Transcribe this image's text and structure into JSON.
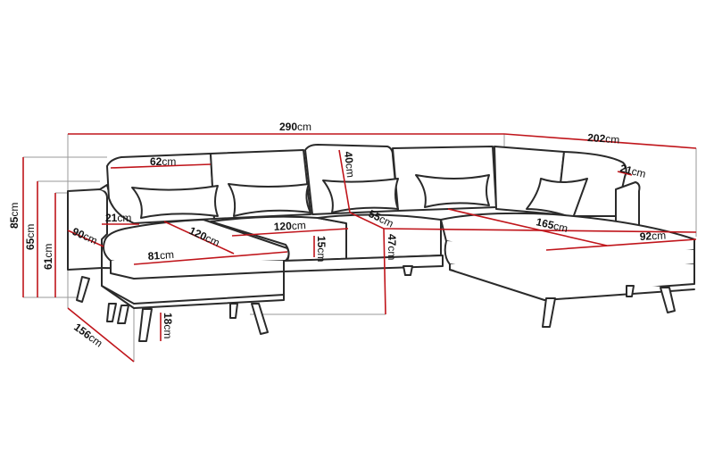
{
  "diagram": {
    "subject": "U-shaped corner sofa with two chaise sections",
    "unit": "cm",
    "accent_color": "#c0151b",
    "line_color": "#2a2a2a",
    "extension_line_color": "#9a9a9a",
    "dimensions": {
      "total_width": {
        "value": "290",
        "unit": "cm"
      },
      "right_depth": {
        "value": "202",
        "unit": "cm"
      },
      "left_depth": {
        "value": "156",
        "unit": "cm"
      },
      "total_height": {
        "value": "85",
        "unit": "cm"
      },
      "armrest_height": {
        "value": "65",
        "unit": "cm"
      },
      "body_height": {
        "value": "61",
        "unit": "cm"
      },
      "back_cushion_width": {
        "value": "62",
        "unit": "cm"
      },
      "armrest_width": {
        "value": "21",
        "unit": "cm"
      },
      "armrest_depth": {
        "value": "90",
        "unit": "cm"
      },
      "left_chaise_length": {
        "value": "120",
        "unit": "cm"
      },
      "left_chaise_width": {
        "value": "81",
        "unit": "cm"
      },
      "middle_seat_width": {
        "value": "120",
        "unit": "cm"
      },
      "seat_cushion_height": {
        "value": "15",
        "unit": "cm"
      },
      "back_cushion_height": {
        "value": "40",
        "unit": "cm"
      },
      "seat_depth": {
        "value": "55",
        "unit": "cm"
      },
      "seat_height": {
        "value": "47",
        "unit": "cm"
      },
      "leg_height": {
        "value": "18",
        "unit": "cm"
      },
      "right_chaise_length": {
        "value": "165",
        "unit": "cm"
      },
      "right_chaise_width": {
        "value": "92",
        "unit": "cm"
      },
      "right_backrest_thickness": {
        "value": "21",
        "unit": "cm"
      }
    }
  }
}
